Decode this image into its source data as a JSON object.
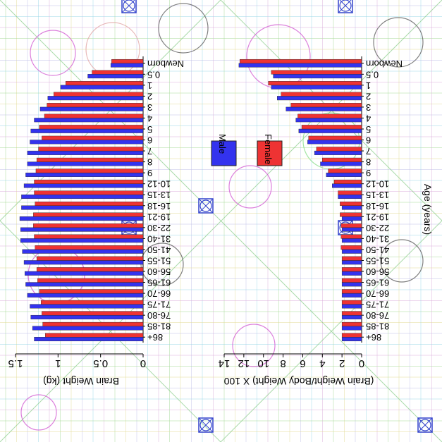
{
  "chart_data": [
    {
      "type": "bar",
      "orientation": "horizontal",
      "xlabel": "Brain Weight (kg)",
      "xlim": [
        0,
        1.5
      ],
      "xticks": [
        "0",
        "0.5",
        "1",
        "1.5"
      ],
      "categories": [
        "Newborn",
        "0.5",
        "1",
        "2",
        "3",
        "4",
        "5",
        "6",
        "7",
        "8",
        "9",
        "10-12",
        "13-15",
        "16-18",
        "19-21",
        "22-30",
        "31-40",
        "41-50",
        "51-55",
        "56-60",
        "61-65",
        "66-70",
        "71-75",
        "76-80",
        "81-85",
        "86+"
      ],
      "series": [
        {
          "name": "Male",
          "color": "#3333ee",
          "values": [
            0.38,
            0.65,
            0.97,
            1.12,
            1.21,
            1.28,
            1.32,
            1.33,
            1.36,
            1.36,
            1.38,
            1.4,
            1.43,
            1.43,
            1.45,
            1.44,
            1.44,
            1.42,
            1.4,
            1.39,
            1.38,
            1.36,
            1.33,
            1.32,
            1.3,
            1.28
          ]
        },
        {
          "name": "Female",
          "color": "#ee3333",
          "values": [
            0.37,
            0.6,
            0.91,
            1.05,
            1.13,
            1.16,
            1.22,
            1.19,
            1.23,
            1.25,
            1.26,
            1.28,
            1.28,
            1.27,
            1.29,
            1.29,
            1.28,
            1.27,
            1.25,
            1.25,
            1.24,
            1.22,
            1.2,
            1.19,
            1.18,
            1.15
          ]
        }
      ]
    },
    {
      "type": "bar",
      "orientation": "horizontal",
      "xlabel": "(Brain Weight/Body Weight) X 100",
      "ylabel": "Age (years)",
      "xlim": [
        0,
        14
      ],
      "xticks": [
        "0",
        "2",
        "4",
        "6",
        "8",
        "10",
        "12",
        "14"
      ],
      "categories": [
        "Newborn",
        "0.5",
        "1",
        "2",
        "3",
        "4",
        "5",
        "6",
        "7",
        "8",
        "9",
        "10-12",
        "13-15",
        "16-18",
        "19-21",
        "22-30",
        "31-40",
        "41-50",
        "51-55",
        "56-60",
        "61-65",
        "66-70",
        "71-75",
        "76-80",
        "81-85",
        "86+"
      ],
      "series": [
        {
          "name": "Male",
          "color": "#3333ee",
          "values": [
            12.5,
            9.0,
            9.2,
            8.6,
            7.7,
            6.7,
            6.4,
            5.5,
            4.8,
            4.2,
            3.6,
            3.0,
            2.4,
            2.0,
            2.0,
            2.0,
            2.0,
            2.0,
            2.0,
            2.0,
            2.0,
            2.0,
            2.0,
            2.0,
            2.0,
            2.0
          ]
        },
        {
          "name": "Female",
          "color": "#ee3333",
          "values": [
            12.4,
            9.2,
            9.5,
            8.2,
            7.2,
            6.5,
            6.1,
            5.4,
            4.6,
            4.0,
            3.4,
            2.8,
            2.4,
            2.2,
            2.2,
            2.1,
            2.1,
            2.1,
            2.0,
            2.0,
            2.0,
            2.0,
            2.0,
            2.0,
            2.0,
            2.0
          ]
        }
      ]
    }
  ],
  "legend": {
    "placement": "center",
    "items": [
      {
        "label": "Male",
        "color": "#3333ee"
      },
      {
        "label": "Female",
        "color": "#ee3333"
      }
    ]
  }
}
